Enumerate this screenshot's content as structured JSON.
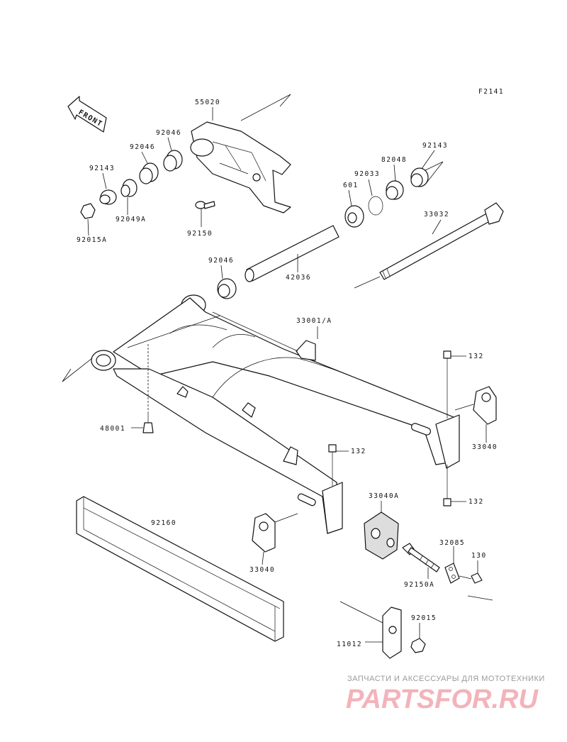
{
  "figure_code": "F2141",
  "front_label": "FRONT",
  "labels": {
    "p55020": "55020",
    "p92046a": "92046",
    "p92046b": "92046",
    "p92143a": "92143",
    "p92049a": "92049A",
    "p92015a": "92015A",
    "p92150": "92150",
    "p92143b": "92143",
    "p82048": "82048",
    "p92033": "92033",
    "p601": "601",
    "p33032": "33032",
    "p92046c": "92046",
    "p42036": "42036",
    "p33001": "33001/A",
    "p132a": "132",
    "p48001": "48001",
    "p33040a": "33040",
    "p132b": "132",
    "p132c": "132",
    "p33040b": "33040A",
    "p92160": "92160",
    "p33040c": "33040",
    "p32085": "32085",
    "p130": "130",
    "p92150a": "92150A",
    "p92015": "92015",
    "p11012": "11012"
  },
  "watermark": {
    "tagline": "ЗАПЧАСТИ И АКСЕССУАРЫ ДЛЯ МОТОТЕХНИКИ",
    "logo": "PARTSFOR.RU"
  }
}
